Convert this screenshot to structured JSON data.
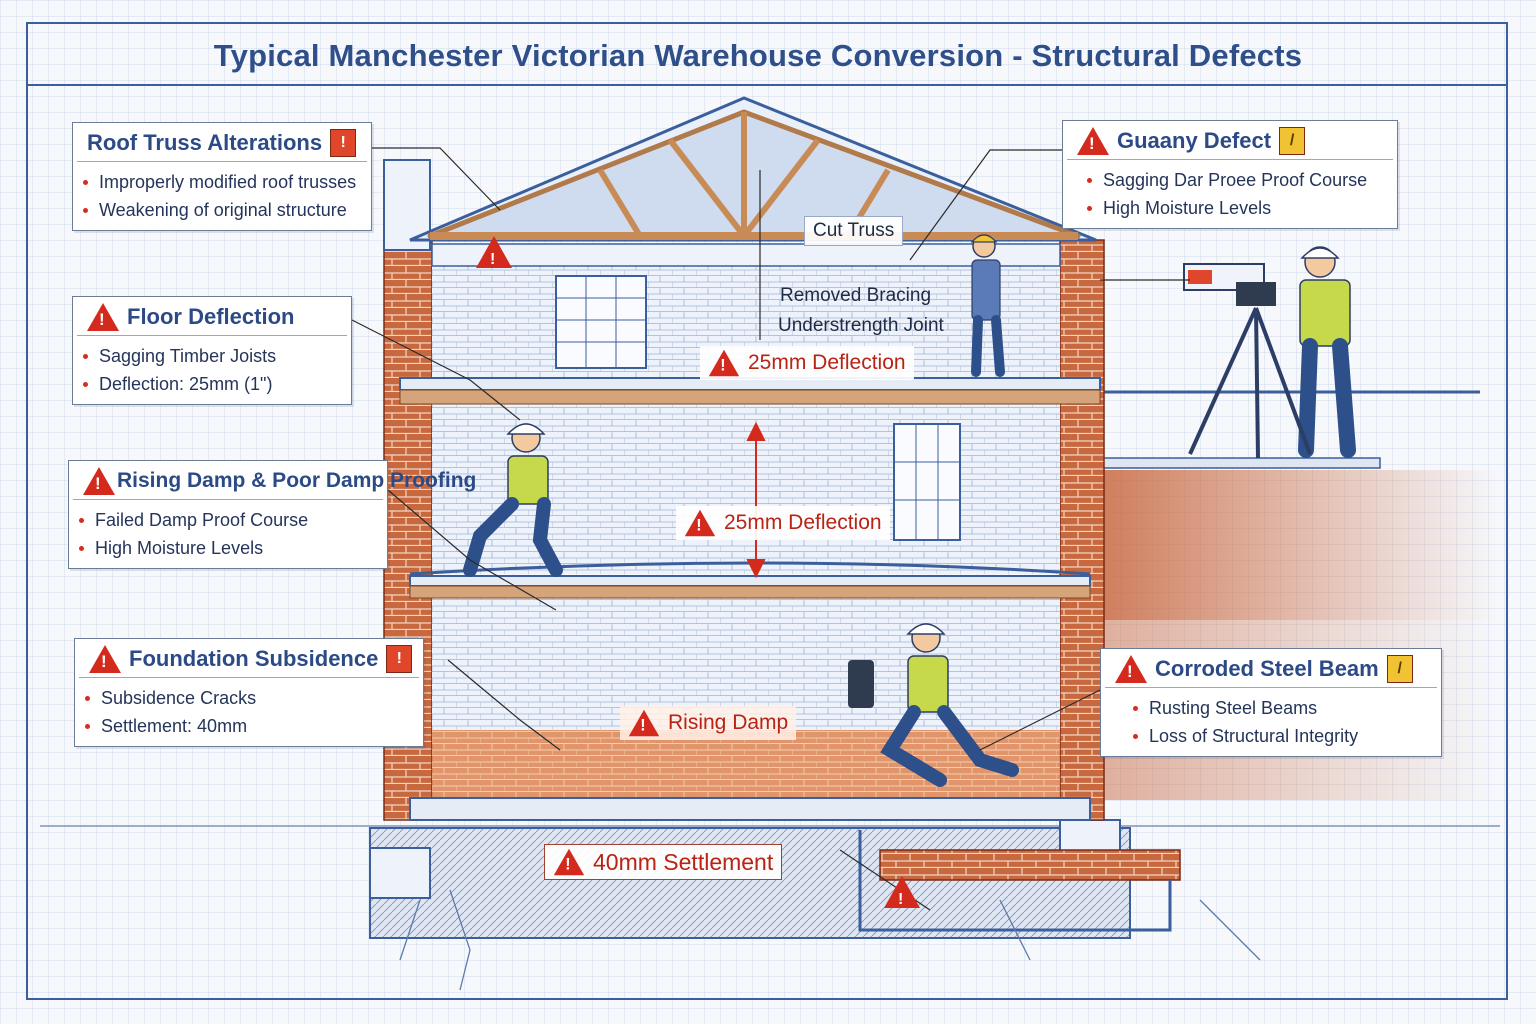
{
  "title": "Typical Manchester Victorian Warehouse Conversion - Structural Defects",
  "colors": {
    "blueprint": "#3a5f9c",
    "brick": "#c0603a",
    "warning": "#d42a1e",
    "text": "#2c4a86"
  },
  "callouts": {
    "roof": {
      "title": "Roof Truss Alterations",
      "badge": "!",
      "items": [
        "Improperly modified roof trusses",
        "Weakening of original structure"
      ]
    },
    "floor": {
      "title": "Floor Deflection",
      "items": [
        "Sagging Timber Joists",
        "Deflection: 25mm (1\")"
      ]
    },
    "damp": {
      "title": "Rising Damp & Poor Damp Proofing",
      "items": [
        "Failed Damp Proof Course",
        "High Moisture Levels"
      ]
    },
    "foundation": {
      "title": "Foundation Subsidence",
      "badge": "!",
      "items": [
        "Subsidence Cracks",
        "Settlement: 40mm"
      ]
    },
    "guaany": {
      "title": "Guaany Defect",
      "badge": "/",
      "items": [
        "Sagging Dar Proee Proof Course",
        "High Moisture Levels"
      ]
    },
    "steel": {
      "title": "Corroded Steel Beam",
      "badge": "/",
      "items": [
        "Rusting Steel Beams",
        "Loss of Structural Integrity"
      ]
    }
  },
  "tags": {
    "cut_truss": "Cut Truss",
    "removed_bracing": "Removed Bracing",
    "understrength_joint": "Understrength Joint",
    "deflection_top": "25mm Deflection",
    "deflection_mid": "25mm Deflection",
    "rising_damp": "Rising Damp",
    "settlement": "40mm Settlement"
  },
  "icons": [
    "warning-triangle-icon",
    "alert-badge-icon",
    "worker-figure-icon",
    "survey-tripod-icon",
    "moisture-meter-icon"
  ]
}
